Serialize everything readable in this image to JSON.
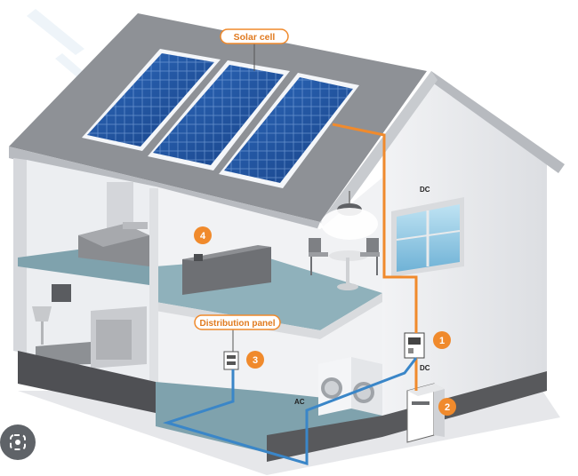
{
  "labels": {
    "solar_cell": "Solar cell",
    "distribution_panel": "Distribution panel",
    "dc_top": "DC",
    "dc_inverter": "DC",
    "ac": "AC"
  },
  "markers": {
    "m1": "1",
    "m2": "2",
    "m3": "3",
    "m4": "4"
  },
  "colors": {
    "dc_line": "#f08a2c",
    "ac_line": "#3a86c8",
    "callout": "#f08a2c",
    "roof": "#8e9196",
    "panel": "#1f4f9a"
  },
  "icons": {
    "lens": "image-search-icon"
  }
}
